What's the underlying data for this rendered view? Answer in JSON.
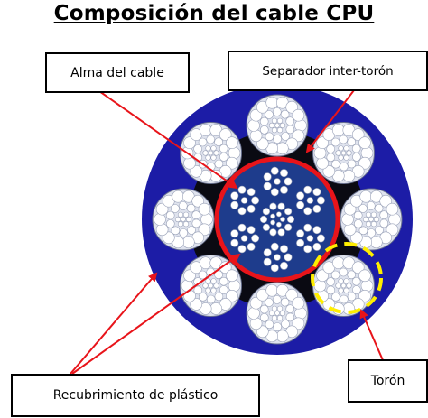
{
  "title": "Composición del cable CPU",
  "labels": {
    "core": "Alma del cable",
    "separator": "Separador inter-torón",
    "coating": "Recubrimiento de plástico",
    "strand": "Torón"
  },
  "colors": {
    "coating": "#1c1ca6",
    "core_fill": "#1e3c8c",
    "separator": "#0a0a12",
    "core_ring": "#e8141a",
    "strand_highlight": "#ffee00",
    "arrows": "#e8141a",
    "wire": "#ffffff",
    "wire_outline": "#9aa2b8"
  },
  "icons": {
    "cable": "cable-cross-section",
    "pointer": "arrow"
  }
}
